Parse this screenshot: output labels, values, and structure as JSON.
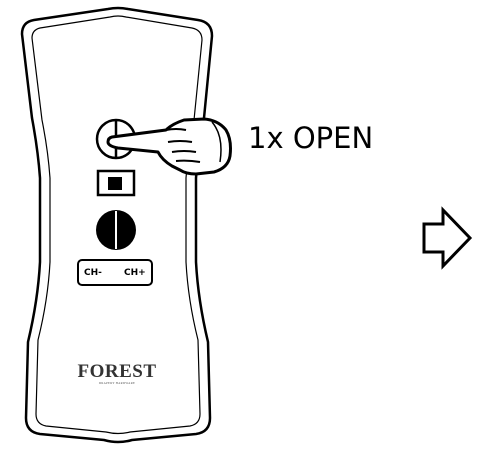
{
  "instruction": {
    "text": "1x OPEN"
  },
  "remote": {
    "channel_down_label": "CH-",
    "channel_up_label": "CH+",
    "brand": {
      "name": "FOREST",
      "tagline": "DRAPERY HARDWARE"
    }
  },
  "colors": {
    "outline": "#000000",
    "body": "#ffffff",
    "button_fill": "#000000"
  },
  "icons": {
    "open_button": "half-circle-open-icon",
    "stop_button": "square-stop-icon",
    "close_button": "half-circle-close-icon",
    "pointing_hand": "pointing-hand-icon",
    "next_arrow": "right-arrow-outline-icon"
  }
}
